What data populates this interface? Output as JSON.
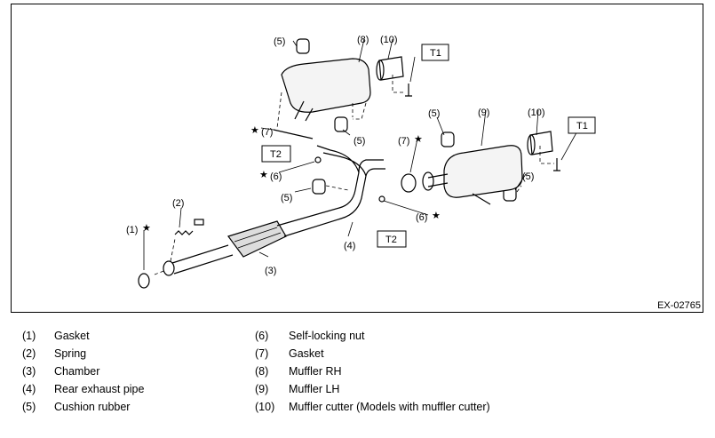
{
  "figure_id": "EX-02765",
  "callouts": {
    "c1": "(1)",
    "c2": "(2)",
    "c3": "(3)",
    "c4": "(4)",
    "c5a": "(5)",
    "c5b": "(5)",
    "c5c": "(5)",
    "c5d": "(5)",
    "c5e": "(5)",
    "c6a": "(6)",
    "c6b": "(6)",
    "c7a": "(7)",
    "c7b": "(7)",
    "c8": "(8)",
    "c9": "(9)",
    "c10a": "(10)",
    "c10b": "(10)"
  },
  "torque_labels": {
    "t1a": "T1",
    "t1b": "T1",
    "t2a": "T2",
    "t2b": "T2"
  },
  "star": "★",
  "legend_left": [
    {
      "num": "(1)",
      "label": "Gasket"
    },
    {
      "num": "(2)",
      "label": "Spring"
    },
    {
      "num": "(3)",
      "label": "Chamber"
    },
    {
      "num": "(4)",
      "label": "Rear exhaust pipe"
    },
    {
      "num": "(5)",
      "label": "Cushion rubber"
    }
  ],
  "legend_right": [
    {
      "num": "(6)",
      "label": "Self-locking nut"
    },
    {
      "num": "(7)",
      "label": "Gasket"
    },
    {
      "num": "(8)",
      "label": "Muffler RH"
    },
    {
      "num": "(9)",
      "label": "Muffler LH"
    },
    {
      "num": "(10)",
      "label": "Muffler cutter (Models with muffler cutter)"
    }
  ]
}
